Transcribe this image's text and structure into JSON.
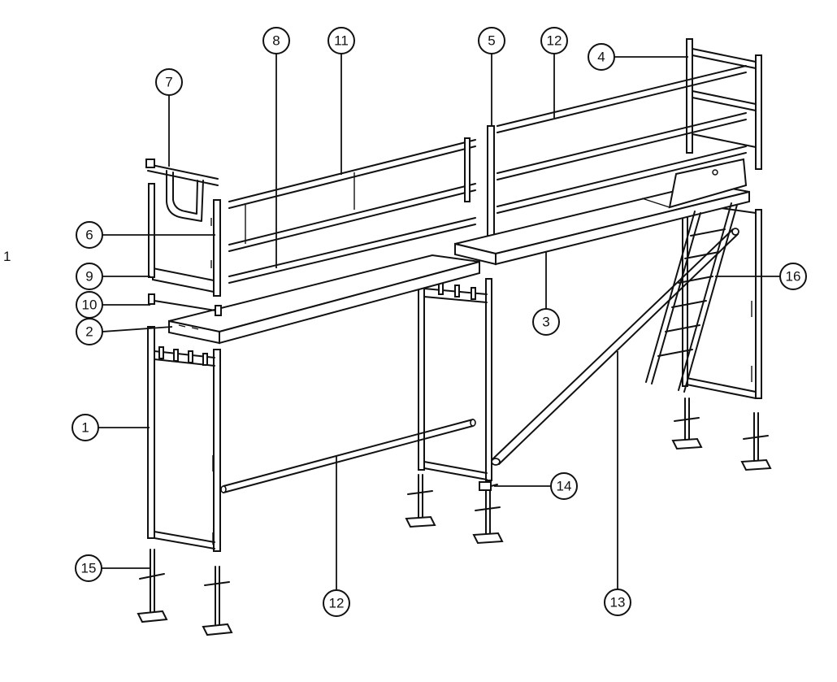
{
  "page": {
    "number": "1"
  },
  "callouts": [
    {
      "id": "c7",
      "label": "7"
    },
    {
      "id": "c8",
      "label": "8"
    },
    {
      "id": "c11",
      "label": "11"
    },
    {
      "id": "c5",
      "label": "5"
    },
    {
      "id": "c12a",
      "label": "12"
    },
    {
      "id": "c4",
      "label": "4"
    },
    {
      "id": "c6",
      "label": "6"
    },
    {
      "id": "c9",
      "label": "9"
    },
    {
      "id": "c10",
      "label": "10"
    },
    {
      "id": "c2",
      "label": "2"
    },
    {
      "id": "c3",
      "label": "3"
    },
    {
      "id": "c16",
      "label": "16"
    },
    {
      "id": "c1",
      "label": "1"
    },
    {
      "id": "c14",
      "label": "14"
    },
    {
      "id": "c15",
      "label": "15"
    },
    {
      "id": "c12b",
      "label": "12"
    },
    {
      "id": "c13",
      "label": "13"
    }
  ]
}
